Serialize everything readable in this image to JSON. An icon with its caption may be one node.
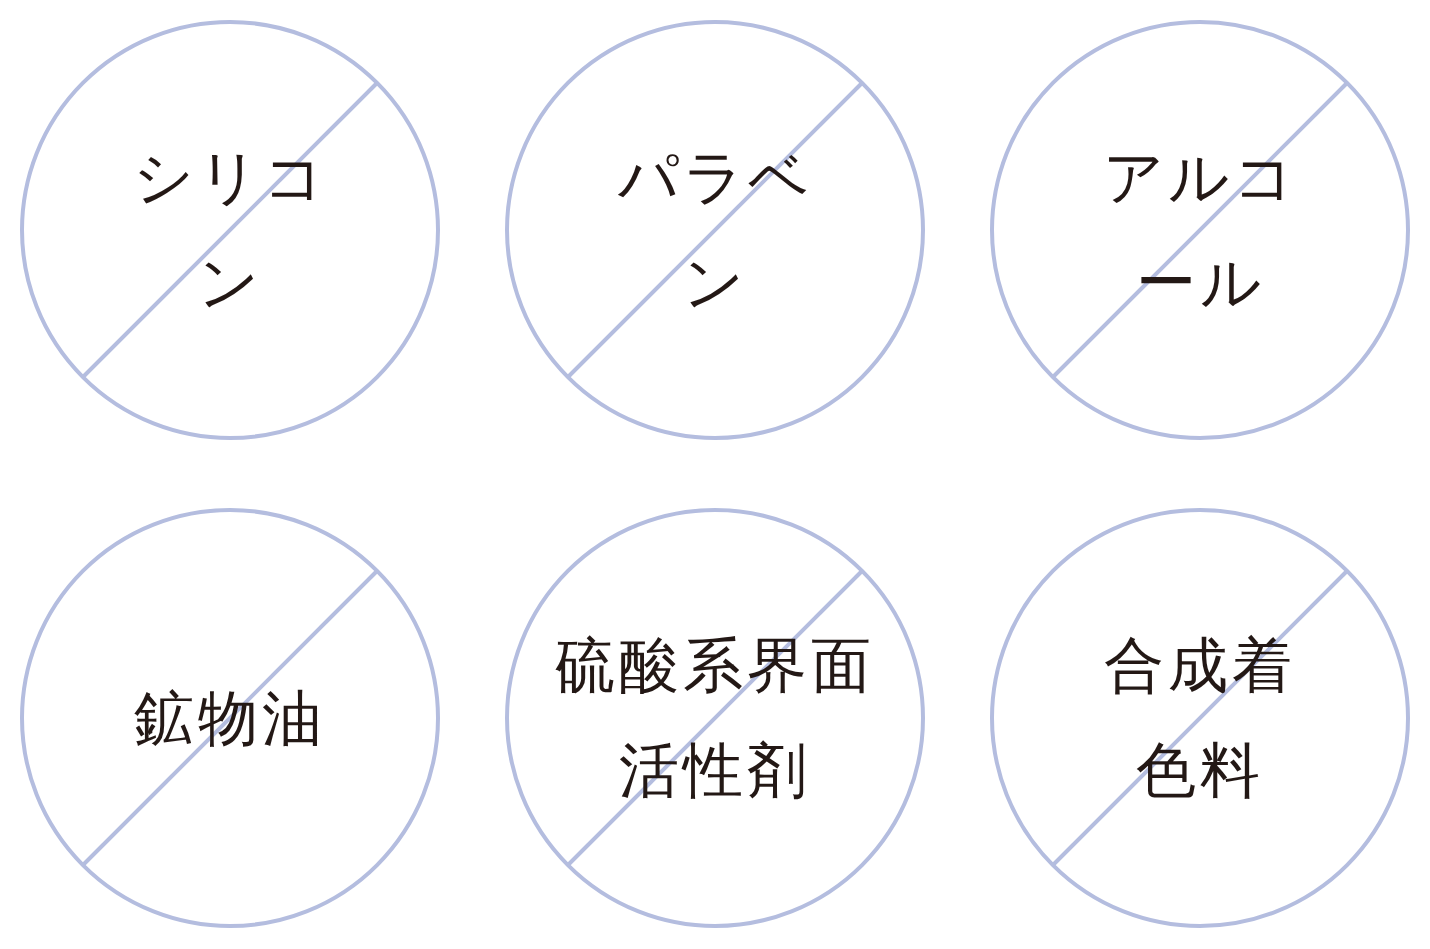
{
  "diagram": {
    "nodes": [
      {
        "text": [
          "シリコン"
        ]
      },
      {
        "text": [
          "パラベン"
        ]
      },
      {
        "text": [
          "アルコール"
        ]
      },
      {
        "text": [
          "鉱物油"
        ]
      },
      {
        "text": [
          "硫酸系界面活性剤"
        ]
      },
      {
        "text": [
          "合成着色料"
        ]
      }
    ]
  }
}
